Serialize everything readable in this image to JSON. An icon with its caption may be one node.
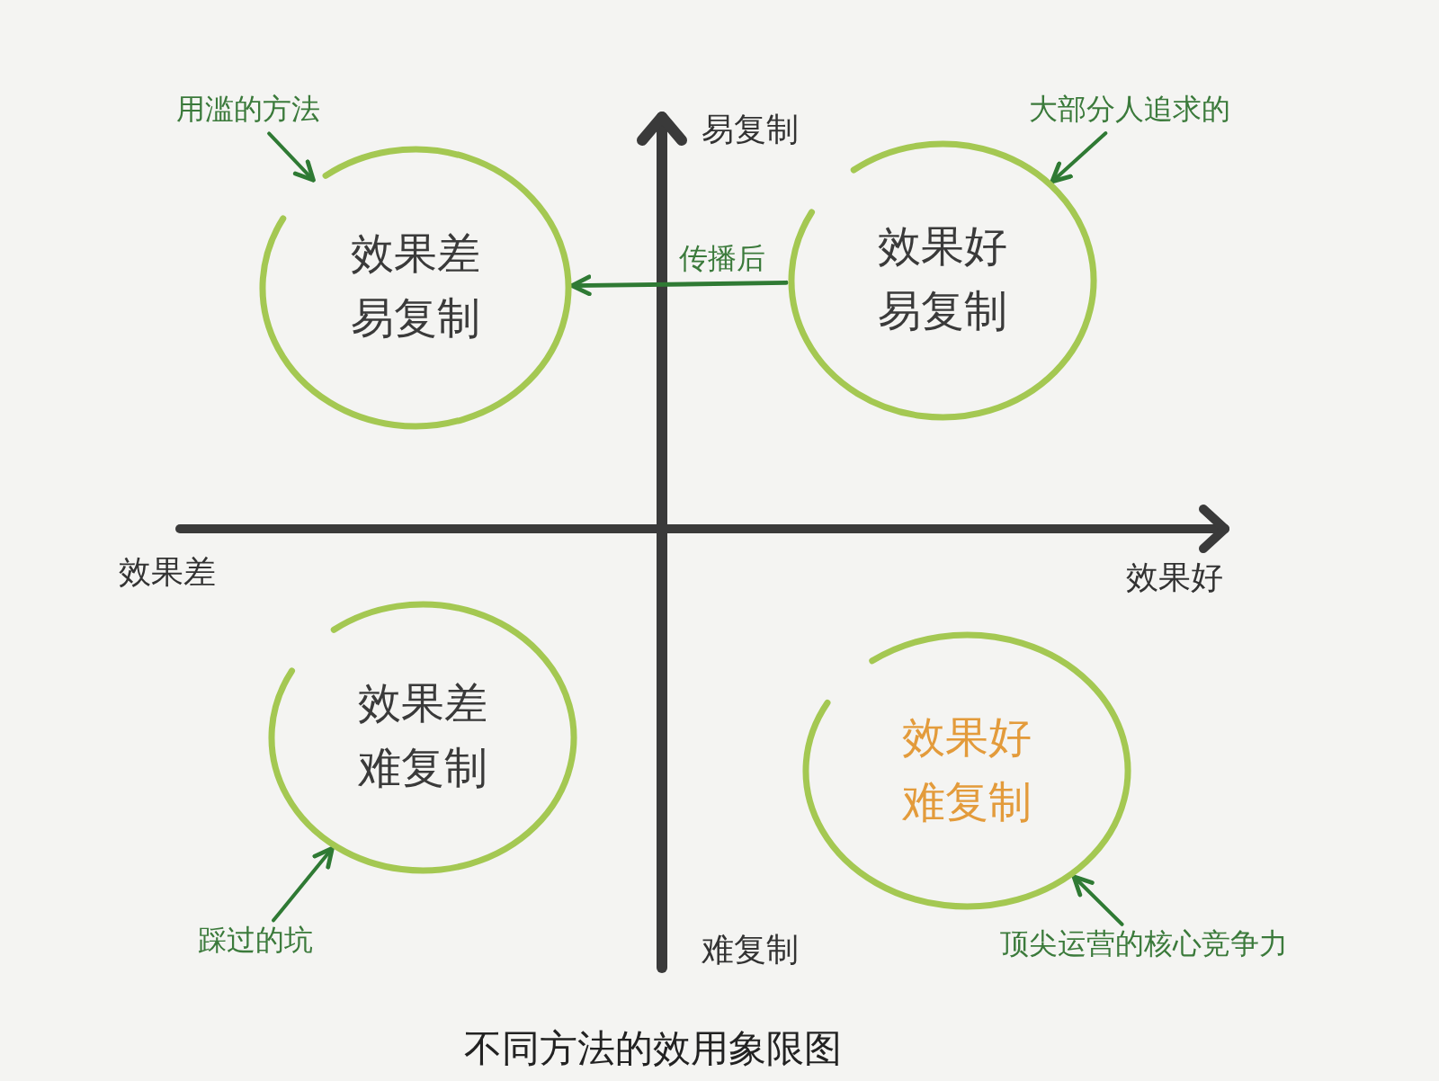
{
  "diagram": {
    "caption": "不同方法的效用象限图",
    "nodes": [
      {
        "text": [
          "用滥的方法"
        ]
      },
      {
        "text": [
          "大部分人追求的"
        ]
      },
      {
        "text": [
          "效果差易复制"
        ]
      },
      {
        "text": [
          "效果好易复制"
        ]
      },
      {
        "text": [
          "效果差难复制"
        ]
      },
      {
        "text": [
          "效果好难复制"
        ]
      },
      {
        "text": [
          "踩过的坑"
        ]
      },
      {
        "text": [
          "顶尖运营的核心竞争力"
        ]
      }
    ],
    "edges": [
      {
        "from": 0,
        "to": 2,
        "arrow": "to"
      },
      {
        "from": 1,
        "to": 3,
        "arrow": "to"
      },
      {
        "from": 3,
        "to": 2,
        "arrow": "to",
        "label": "传播后"
      },
      {
        "from": 6,
        "to": 4,
        "arrow": "to"
      },
      {
        "from": 7,
        "to": 5,
        "arrow": "to"
      }
    ],
    "labels": [
      "易复制",
      "效果差",
      "效果好",
      "难复制"
    ]
  }
}
